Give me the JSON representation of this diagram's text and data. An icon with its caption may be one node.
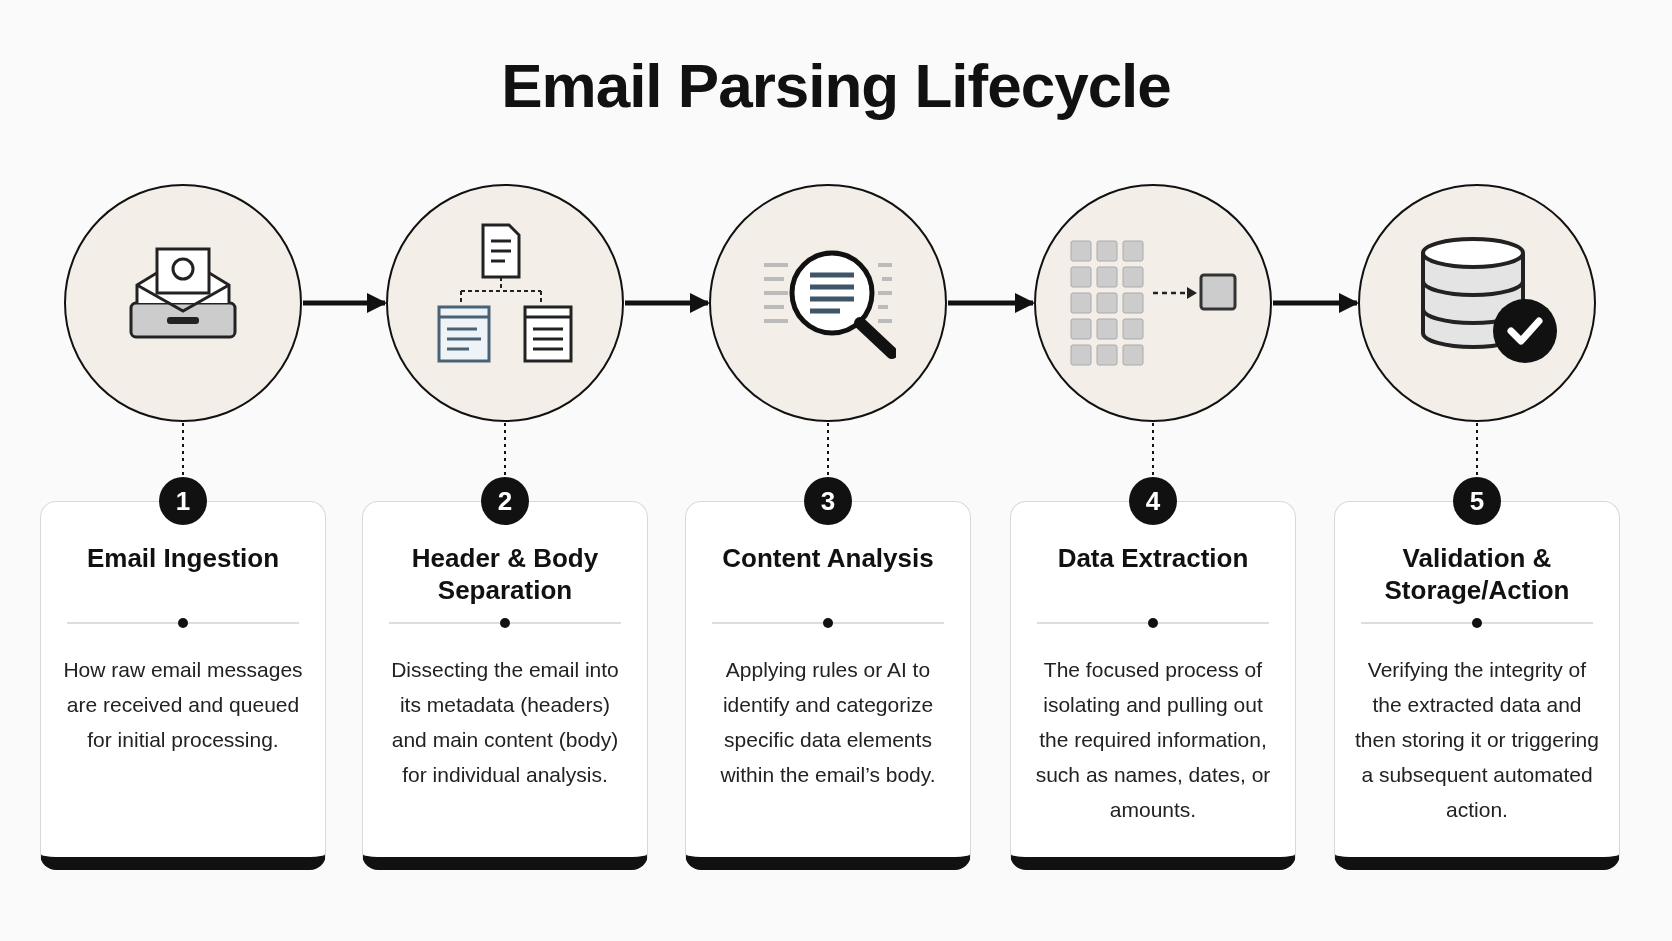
{
  "diagram": {
    "title": "Email Parsing Lifecycle",
    "nodes": [
      {
        "text": [],
        "shape": "circle"
      },
      {
        "text": [],
        "shape": "circle"
      },
      {
        "text": [],
        "shape": "circle"
      },
      {
        "text": [],
        "shape": "circle"
      },
      {
        "text": [],
        "shape": "circle"
      },
      {
        "text": [
          "1"
        ]
      },
      {
        "text": [
          "2"
        ]
      },
      {
        "text": [
          "3"
        ]
      },
      {
        "text": [
          "4"
        ]
      },
      {
        "text": [
          "5"
        ]
      },
      {
        "text": [
          "Email Ingestion",
          "How raw email messages are received and queued for initial processing."
        ]
      },
      {
        "text": [
          "Header & Body Separation",
          "Dissecting the email into its metadata (headers) and main content (body) for individual analysis."
        ]
      },
      {
        "text": [
          "Content Analysis",
          "Applying rules or AI to identify and categorize specific data elements within the email’s body."
        ]
      },
      {
        "text": [
          "Data Extraction",
          "The focused process of isolating and pulling out the required information, such as names, dates, or amounts."
        ]
      },
      {
        "text": [
          "Validation & Storage/Action",
          "Verifying the integrity of the extracted data and then storing it or triggering a subsequent automated action."
        ]
      }
    ],
    "edges": [
      {
        "from": 0,
        "to": 1,
        "arrow": "to",
        "style": "thick"
      },
      {
        "from": 1,
        "to": 2,
        "arrow": "to",
        "style": "thick"
      },
      {
        "from": 2,
        "to": 3,
        "arrow": "to",
        "style": "thick"
      },
      {
        "from": 3,
        "to": 4,
        "arrow": "to",
        "style": "thick"
      },
      {
        "from": 0,
        "to": 5,
        "arrow": "none",
        "style": "dashed"
      },
      {
        "from": 1,
        "to": 6,
        "arrow": "none",
        "style": "dashed"
      },
      {
        "from": 2,
        "to": 7,
        "arrow": "none",
        "style": "dashed"
      },
      {
        "from": 3,
        "to": 8,
        "arrow": "none",
        "style": "dashed"
      },
      {
        "from": 4,
        "to": 9,
        "arrow": "none",
        "style": "dashed"
      }
    ]
  }
}
